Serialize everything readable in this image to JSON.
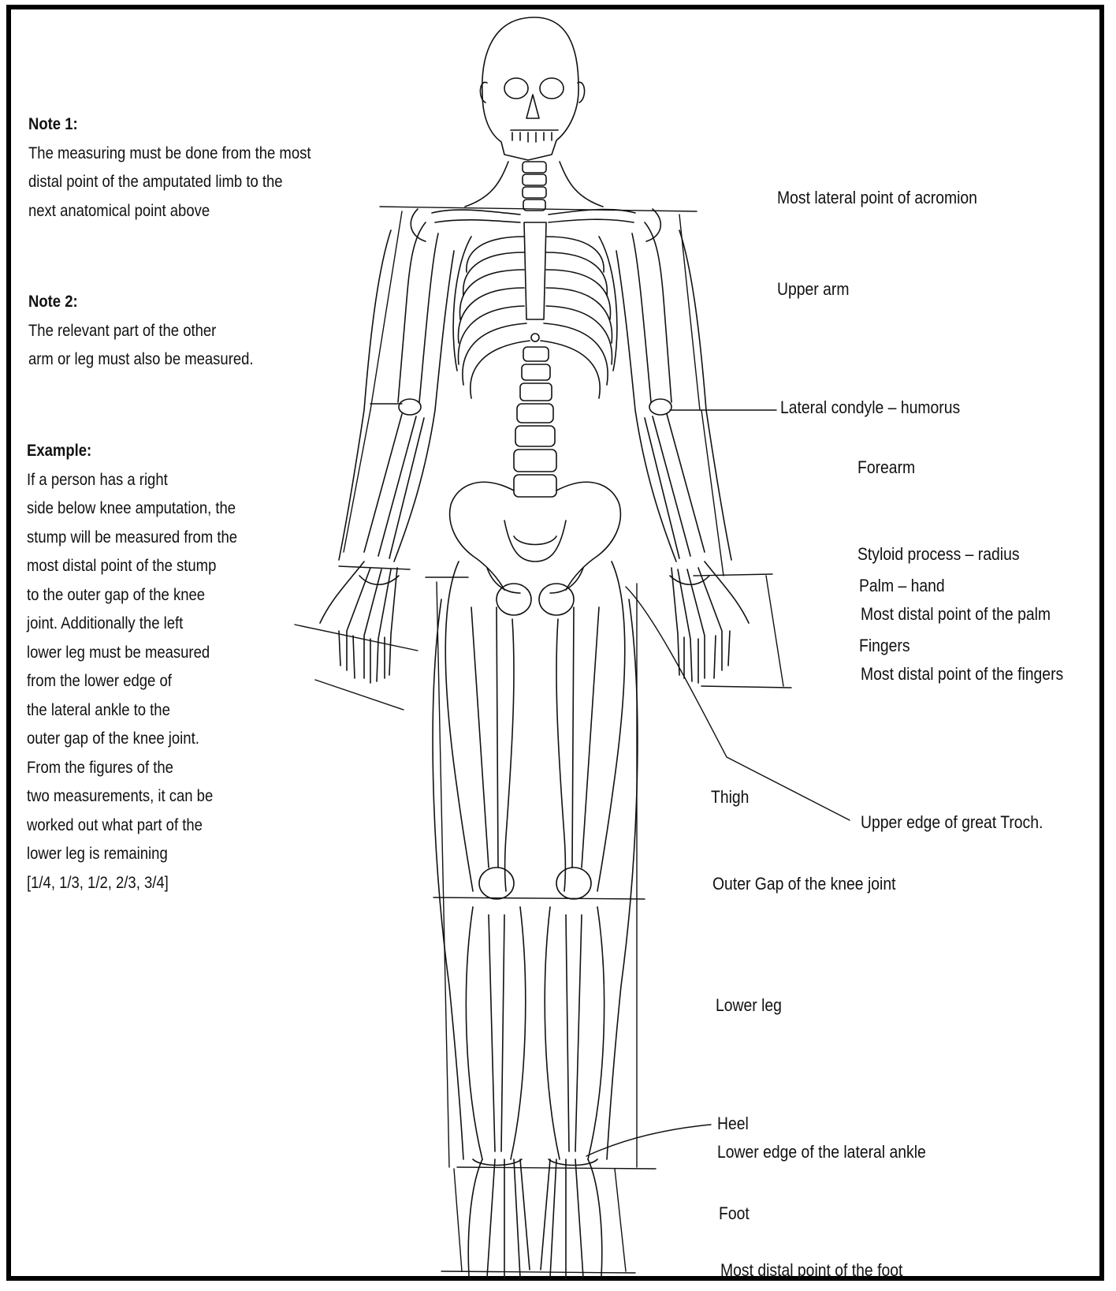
{
  "notes": {
    "note1": {
      "heading": "Note 1:",
      "lines": [
        "The measuring must be done from the most",
        "distal point of the amputated limb to the",
        "next anatomical point above"
      ]
    },
    "note2": {
      "heading": "Note 2:",
      "lines": [
        "The relevant part of the other",
        "arm or leg must also be measured."
      ]
    },
    "example": {
      "heading": "Example:",
      "lines": [
        "If a person has a right",
        "side below knee amputation, the",
        "stump will be measured from the",
        "most distal point of the stump",
        "to the outer gap of the knee",
        "joint.  Additionally the left",
        "lower leg must be measured",
        "from the lower edge of",
        "the lateral ankle to the",
        "outer gap of the knee joint.",
        "From the figures of the",
        "two measurements, it can be",
        "worked out what part of the",
        "lower leg is remaining",
        "[1/4, 1/3, 1/2, 2/3, 3/4]"
      ]
    }
  },
  "labels": {
    "acromion": "Most lateral point of acromion",
    "upper_arm": "Upper arm",
    "lateral_condyle": "Lateral condyle – humorus",
    "forearm": "Forearm",
    "styloid": "Styloid process –  radius",
    "palm": "Palm – hand",
    "palm_distal": "Most distal point of the palm",
    "fingers": "Fingers",
    "fingers_distal": "Most distal point of the fingers",
    "thigh": "Thigh",
    "troch": "Upper edge of great Troch.",
    "knee": "Outer Gap of the knee joint",
    "lower_leg": "Lower leg",
    "heel": "Heel",
    "ankle": "Lower edge of the lateral ankle",
    "foot": "Foot",
    "foot_distal": "Most distal point of the foot"
  }
}
